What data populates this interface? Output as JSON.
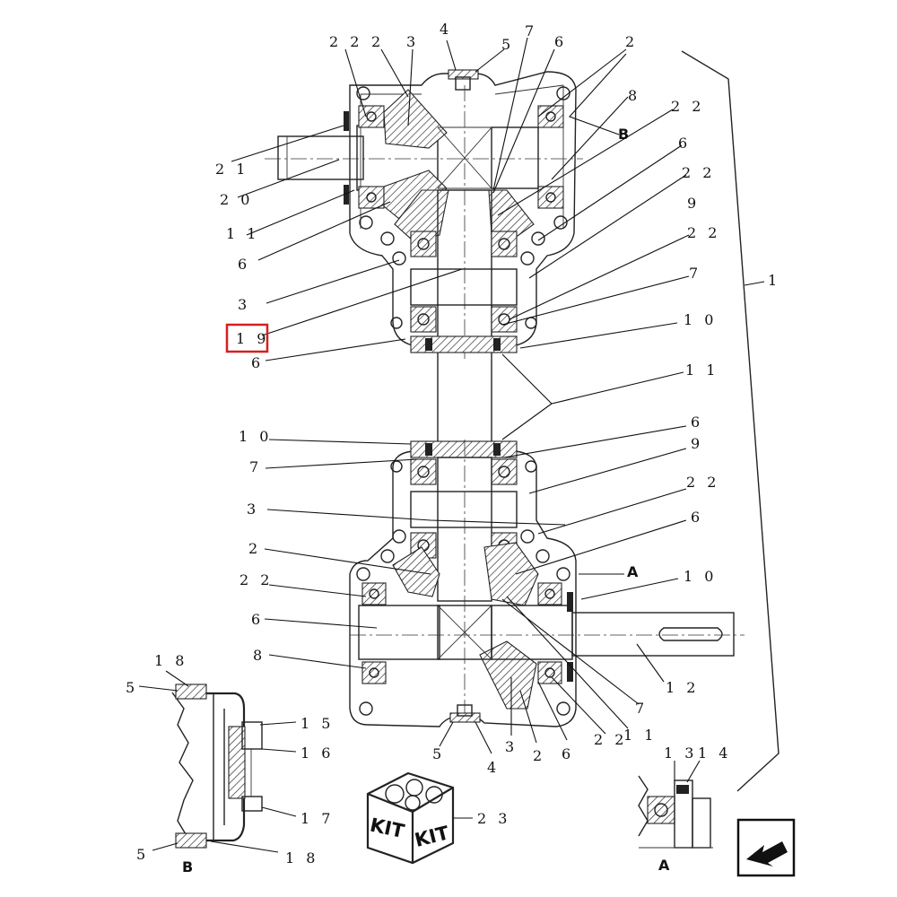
{
  "diagram": {
    "callouts": [
      {
        "id": "c-22-top",
        "text": "2 2"
      },
      {
        "id": "c-2-top",
        "text": "2"
      },
      {
        "id": "c-3-top",
        "text": "3"
      },
      {
        "id": "c-4-top",
        "text": "4"
      },
      {
        "id": "c-5-top",
        "text": "5"
      },
      {
        "id": "c-7-top",
        "text": "7"
      },
      {
        "id": "c-6-top",
        "text": "6"
      },
      {
        "id": "c-2-topright",
        "text": "2"
      },
      {
        "id": "c-8-top",
        "text": "8"
      },
      {
        "id": "c-B-top",
        "text": "B"
      },
      {
        "id": "c-22-r1",
        "text": "2 2"
      },
      {
        "id": "c-6-r1",
        "text": "6"
      },
      {
        "id": "c-22-r2",
        "text": "2 2"
      },
      {
        "id": "c-9-r1",
        "text": "9"
      },
      {
        "id": "c-22-r3",
        "text": "2 2"
      },
      {
        "id": "c-7-r1",
        "text": "7"
      },
      {
        "id": "c-10-r1",
        "text": "1 0"
      },
      {
        "id": "c-11-r1",
        "text": "1 1"
      },
      {
        "id": "c-1",
        "text": "1"
      },
      {
        "id": "c-21",
        "text": "2 1"
      },
      {
        "id": "c-20",
        "text": "2 0"
      },
      {
        "id": "c-11-l1",
        "text": "1 1"
      },
      {
        "id": "c-6-l1",
        "text": "6"
      },
      {
        "id": "c-3-l1",
        "text": "3"
      },
      {
        "id": "c-19",
        "text": "1 9"
      },
      {
        "id": "c-6-l2",
        "text": "6"
      },
      {
        "id": "c-10-l2",
        "text": "1 0"
      },
      {
        "id": "c-7-l2",
        "text": "7"
      },
      {
        "id": "c-6-r2",
        "text": "6"
      },
      {
        "id": "c-9-r2",
        "text": "9"
      },
      {
        "id": "c-22-r4",
        "text": "2 2"
      },
      {
        "id": "c-6-r3",
        "text": "6"
      },
      {
        "id": "c-3-l2",
        "text": "3"
      },
      {
        "id": "c-2-l2",
        "text": "2"
      },
      {
        "id": "c-A-mid",
        "text": "A"
      },
      {
        "id": "c-10-r2",
        "text": "1 0"
      },
      {
        "id": "c-22-l2",
        "text": "2 2"
      },
      {
        "id": "c-6-l3",
        "text": "6"
      },
      {
        "id": "c-8-l2",
        "text": "8"
      },
      {
        "id": "c-12",
        "text": "1 2"
      },
      {
        "id": "c-7-r3",
        "text": "7"
      },
      {
        "id": "c-11-b",
        "text": "1 1"
      },
      {
        "id": "c-22-b",
        "text": "2 2"
      },
      {
        "id": "c-6-b",
        "text": "6"
      },
      {
        "id": "c-2-b",
        "text": "2"
      },
      {
        "id": "c-3-b",
        "text": "3"
      },
      {
        "id": "c-4-b",
        "text": "4"
      },
      {
        "id": "c-5-b",
        "text": "5"
      },
      {
        "id": "c-18-top",
        "text": "1 8"
      },
      {
        "id": "c-5-dB1",
        "text": "5"
      },
      {
        "id": "c-15",
        "text": "1 5"
      },
      {
        "id": "c-16",
        "text": "1 6"
      },
      {
        "id": "c-17",
        "text": "1 7"
      },
      {
        "id": "c-5-dB2",
        "text": "5"
      },
      {
        "id": "c-18-bot",
        "text": "1 8"
      },
      {
        "id": "c-B-detail",
        "text": "B"
      },
      {
        "id": "c-23",
        "text": "2 3"
      },
      {
        "id": "c-13",
        "text": "1 3"
      },
      {
        "id": "c-14",
        "text": "1 4"
      },
      {
        "id": "c-A-detail",
        "text": "A"
      }
    ],
    "kit_label_left": "KIT",
    "kit_label_right": "KIT",
    "highlight_ref": "1 9",
    "highlight_color": "#d42020"
  }
}
